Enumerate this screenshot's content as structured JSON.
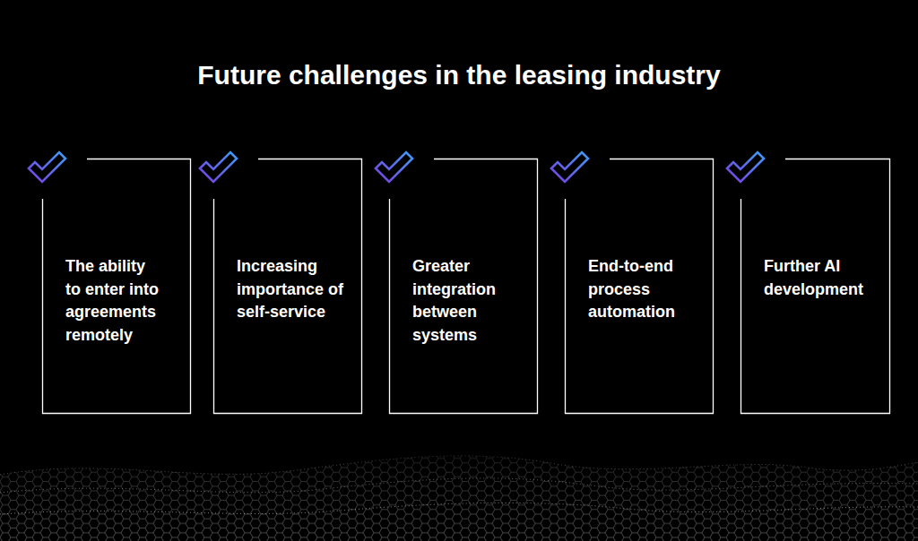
{
  "diagram": {
    "title": "Future challenges in the leasing industry",
    "nodes": [
      {
        "text": [
          "The ability to enter into agreements remotely"
        ]
      },
      {
        "text": [
          "Increasing importance of self-service"
        ]
      },
      {
        "text": [
          "Greater integration between systems"
        ]
      },
      {
        "text": [
          "End-to-end process automation"
        ]
      },
      {
        "text": [
          "Further AI development"
        ]
      }
    ]
  }
}
